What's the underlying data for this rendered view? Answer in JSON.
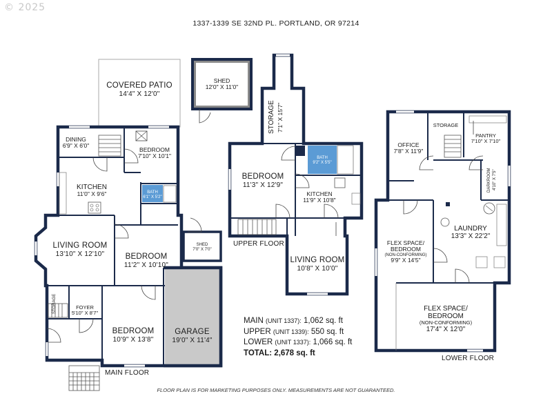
{
  "watermark": "© 2025",
  "address": "1337-1339 SE 32ND PL. PORTLAND, OR 97214",
  "floors": {
    "main": "MAIN FLOOR",
    "upper": "UPPER FLOOR",
    "lower": "LOWER FLOOR"
  },
  "rooms": {
    "covered_patio": {
      "name": "COVERED PATIO",
      "size": "14'4\" X 12'0\""
    },
    "shed_top": {
      "name": "SHED",
      "size": "12'0\" X 11'0\""
    },
    "dining": {
      "name": "DINING",
      "size": "6'9\" X 6'0\""
    },
    "bedroom_main_small": {
      "name": "BEDROOM",
      "size": "7'10\" X 10'1\""
    },
    "kitchen_main": {
      "name": "KITCHEN",
      "size": "11'0\" X 9'6\""
    },
    "bath_main": {
      "name": "BATH",
      "size": "6'1\" X 5'2\""
    },
    "living_main": {
      "name": "LIVING ROOM",
      "size": "13'10\" X 12'10\""
    },
    "bedroom_main_mid": {
      "name": "BEDROOM",
      "size": "11'2\" X 10'10\""
    },
    "shed_small": {
      "name": "SHED",
      "size": "7'0\" X 7'0\""
    },
    "storage_main": {
      "name": "STORAGE"
    },
    "foyer": {
      "name": "FOYER",
      "size": "5'10\" X 8'7\""
    },
    "bedroom_main_bottom": {
      "name": "BEDROOM",
      "size": "10'9\" X 13'8\""
    },
    "garage": {
      "name": "GARAGE",
      "size": "19'0\" X 11'4\""
    },
    "storage_upper": {
      "name": "STORAGE",
      "size": "7'1\" X 15'7\""
    },
    "bath_upper": {
      "name": "BATH",
      "size": "9'2\" X 5'5\""
    },
    "bedroom_upper": {
      "name": "BEDROOM",
      "size": "11'3\" X 12'9\""
    },
    "kitchen_upper": {
      "name": "KITCHEN",
      "size": "11'9\" X 10'8\""
    },
    "living_upper": {
      "name": "LIVING ROOM",
      "size": "10'8\" X 10'0\""
    },
    "office": {
      "name": "OFFICE",
      "size": "7'8\" X 11'9\""
    },
    "storage_lower": {
      "name": "STORAGE"
    },
    "pantry": {
      "name": "PANTRY",
      "size": "7'10\" X 7'10\""
    },
    "darkroom": {
      "name": "DARKROOM",
      "size": "4'10\" X 7'5\""
    },
    "flex_1": {
      "name1": "FLEX SPACE/",
      "name2": "BEDROOM",
      "note": "(NON-CONFORMING)",
      "size": "9'9\" X 14'5\""
    },
    "laundry": {
      "name": "LAUNDRY",
      "size": "13'3\" X 22'2\""
    },
    "flex_2": {
      "name1": "FLEX SPACE/",
      "name2": "BEDROOM",
      "note": "(NON-CONFORMING)",
      "size": "17'4\" X 12'0\""
    }
  },
  "totals": {
    "main": {
      "label": "MAIN",
      "unit": "(UNIT 1337):",
      "value": "1,062 sq. ft"
    },
    "upper": {
      "label": "UPPER",
      "unit": "(UNIT 1339):",
      "value": "550 sq. ft"
    },
    "lower": {
      "label": "LOWER",
      "unit": "(UNIT 1337):",
      "value": "1,066 sq. ft"
    },
    "total": {
      "label": "TOTAL:",
      "value": "2,678 sq. ft"
    }
  },
  "disclaimer": "FLOOR PLAN IS FOR MARKETING PURPOSES ONLY. MEASUREMENTS ARE NOT GUARANTEED.",
  "colors": {
    "wall": "#1b2a4a",
    "bath": "#5b9bd5",
    "garage": "#c9c9c9",
    "shed": "#8a8a8a",
    "dark": "#1b2a4a"
  }
}
